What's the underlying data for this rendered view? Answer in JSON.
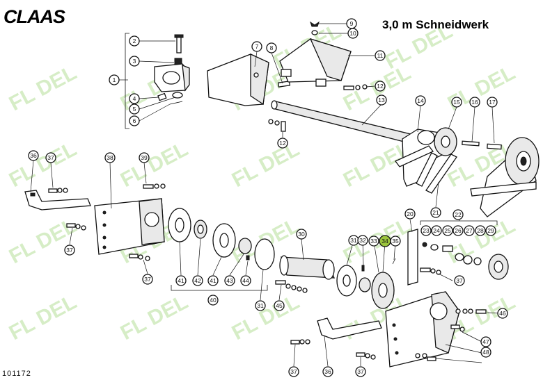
{
  "header": {
    "brand": "CLAAS",
    "title": "3,0 m Schneidwerk"
  },
  "footer": {
    "code": "101172"
  },
  "watermark": {
    "text": "FL DEL",
    "color": "#c9e8b4"
  },
  "callouts": [
    "1",
    "2",
    "3",
    "4",
    "5",
    "6",
    "7",
    "8",
    "9",
    "10",
    "11",
    "12",
    "12",
    "13",
    "14",
    "15",
    "16",
    "17",
    "20",
    "21",
    "22",
    "23",
    "24",
    "25",
    "26",
    "27",
    "28",
    "29",
    "30",
    "31",
    "31",
    "32",
    "33",
    "34",
    "35",
    "36",
    "36",
    "37",
    "37",
    "37",
    "37",
    "37",
    "37",
    "38",
    "39",
    "40",
    "41",
    "41",
    "42",
    "43",
    "44",
    "45",
    "46",
    "47",
    "48"
  ],
  "highlighted_callout": "34",
  "highlight_color": "#9bc53d"
}
